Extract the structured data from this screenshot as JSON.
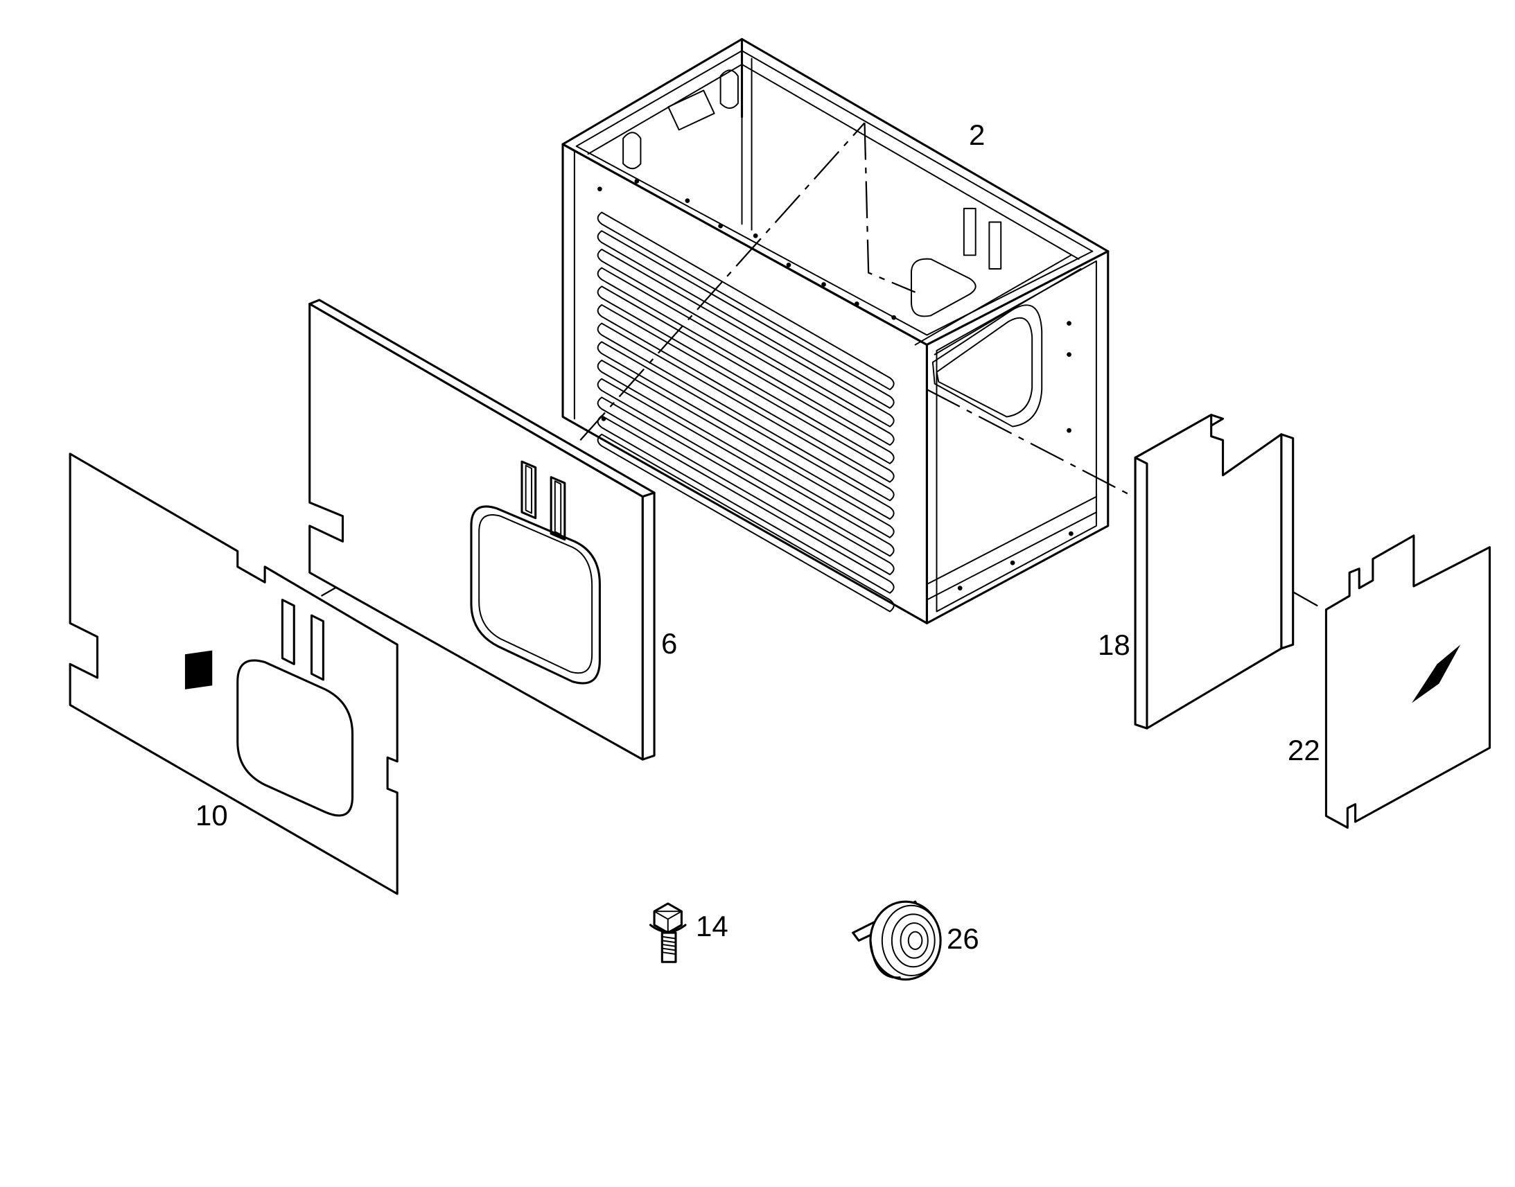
{
  "diagram": {
    "parts": [
      {
        "label": "2"
      },
      {
        "label": "6"
      },
      {
        "label": "10"
      },
      {
        "label": "14"
      },
      {
        "label": "18"
      },
      {
        "label": "22"
      },
      {
        "label": "26"
      }
    ]
  }
}
